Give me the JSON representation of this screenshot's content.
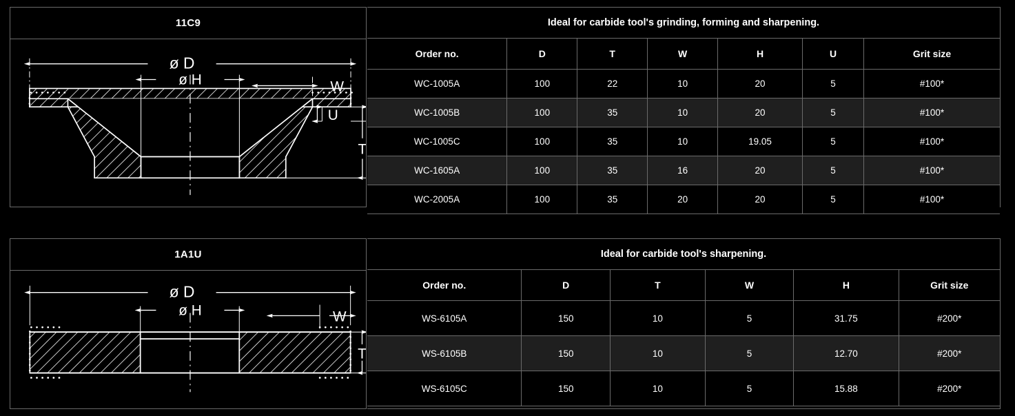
{
  "blocks": [
    {
      "shape_code": "11C9",
      "caption": "Ideal for carbide tool's grinding, forming and sharpening.",
      "drawing": {
        "name": "flaring-cup-wheel-cross-section",
        "labels": [
          "ø D",
          "ø H",
          "W",
          "U",
          "T"
        ]
      },
      "columns": [
        "Order no.",
        "D",
        "T",
        "W",
        "H",
        "U",
        "Grit size"
      ],
      "rows": [
        [
          "WC-1005A",
          "100",
          "22",
          "10",
          "20",
          "5",
          "#100*"
        ],
        [
          "WC-1005B",
          "100",
          "35",
          "10",
          "20",
          "5",
          "#100*"
        ],
        [
          "WC-1005C",
          "100",
          "35",
          "10",
          "19.05",
          "5",
          "#100*"
        ],
        [
          "WC-1605A",
          "100",
          "35",
          "16",
          "20",
          "5",
          "#100*"
        ],
        [
          "WC-2005A",
          "100",
          "35",
          "20",
          "20",
          "5",
          "#100*"
        ]
      ]
    },
    {
      "shape_code": "1A1U",
      "caption": "Ideal for carbide tool's sharpening.",
      "drawing": {
        "name": "straight-wheel-cross-section",
        "labels": [
          "ø D",
          "ø H",
          "W",
          "T"
        ]
      },
      "columns": [
        "Order no.",
        "D",
        "T",
        "W",
        "H",
        "Grit size"
      ],
      "rows": [
        [
          "WS-6105A",
          "150",
          "10",
          "5",
          "31.75",
          "#200*"
        ],
        [
          "WS-6105B",
          "150",
          "10",
          "5",
          "12.70",
          "#200*"
        ],
        [
          "WS-6105C",
          "150",
          "10",
          "5",
          "15.88",
          "#200*"
        ]
      ]
    }
  ],
  "colors": {
    "background": "#000000",
    "border": "#6b6b6b",
    "text": "#ffffff",
    "row_stripe": "#1f1f1f",
    "drawing_line": "#ffffff"
  }
}
